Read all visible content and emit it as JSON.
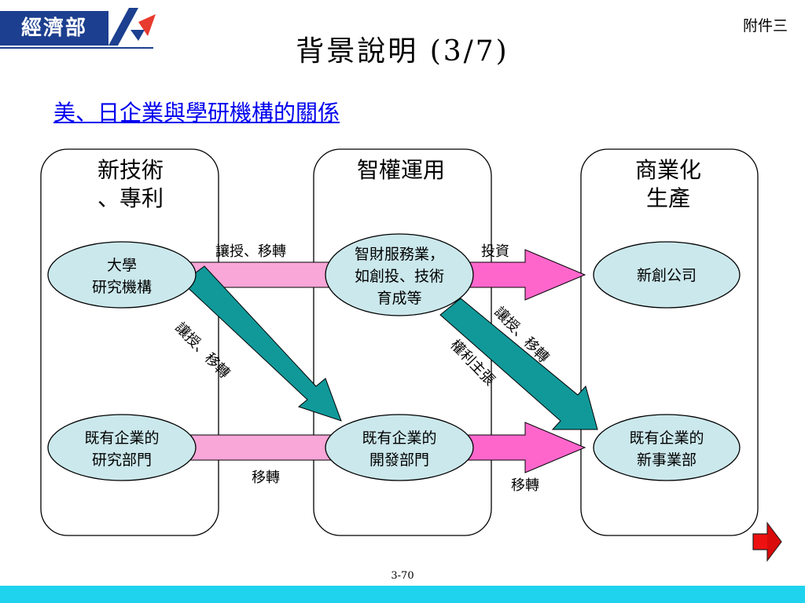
{
  "header": {
    "logo_text": "經濟部",
    "annex": "附件三",
    "title": "背景說明 (3/7)",
    "subtitle": "美、日企業與學研機構的關係"
  },
  "columns": [
    {
      "id": "tech",
      "lines": [
        "新技術",
        "、專利"
      ]
    },
    {
      "id": "ip",
      "lines": [
        "智權運用"
      ]
    },
    {
      "id": "biz",
      "lines": [
        "商業化",
        "生產"
      ]
    }
  ],
  "nodes": {
    "university": [
      "大學",
      "研究機構"
    ],
    "ip_service": [
      "智財服務業，",
      "如創投、技術",
      "育成等"
    ],
    "startup": [
      "新創公司"
    ],
    "corp_research": [
      "既有企業的",
      "研究部門"
    ],
    "corp_dev": [
      "既有企業的",
      "開發部門"
    ],
    "corp_newbiz": [
      "既有企業的",
      "新事業部"
    ]
  },
  "edge_labels": {
    "uni_to_ip": "讓授、移轉",
    "ip_to_startup": "投資",
    "uni_to_dev": "讓授、移轉",
    "ip_to_newbiz_1": "讓授、移轉",
    "ip_to_newbiz_2": "權利主張",
    "research_to_dev": "移轉",
    "dev_to_newbiz": "移轉"
  },
  "footer": {
    "page": "3-70"
  },
  "colors": {
    "brand_blue": "#1c3f8f",
    "node_fill": "#cbe8ec",
    "pink_arrow": "#f9a6d8",
    "magenta_arrow": "#ff66cc",
    "teal_arrow": "#11999a",
    "link_blue": "#0000ee",
    "bottom_bar": "#1fd3ee",
    "next_red": "#ee1111"
  }
}
